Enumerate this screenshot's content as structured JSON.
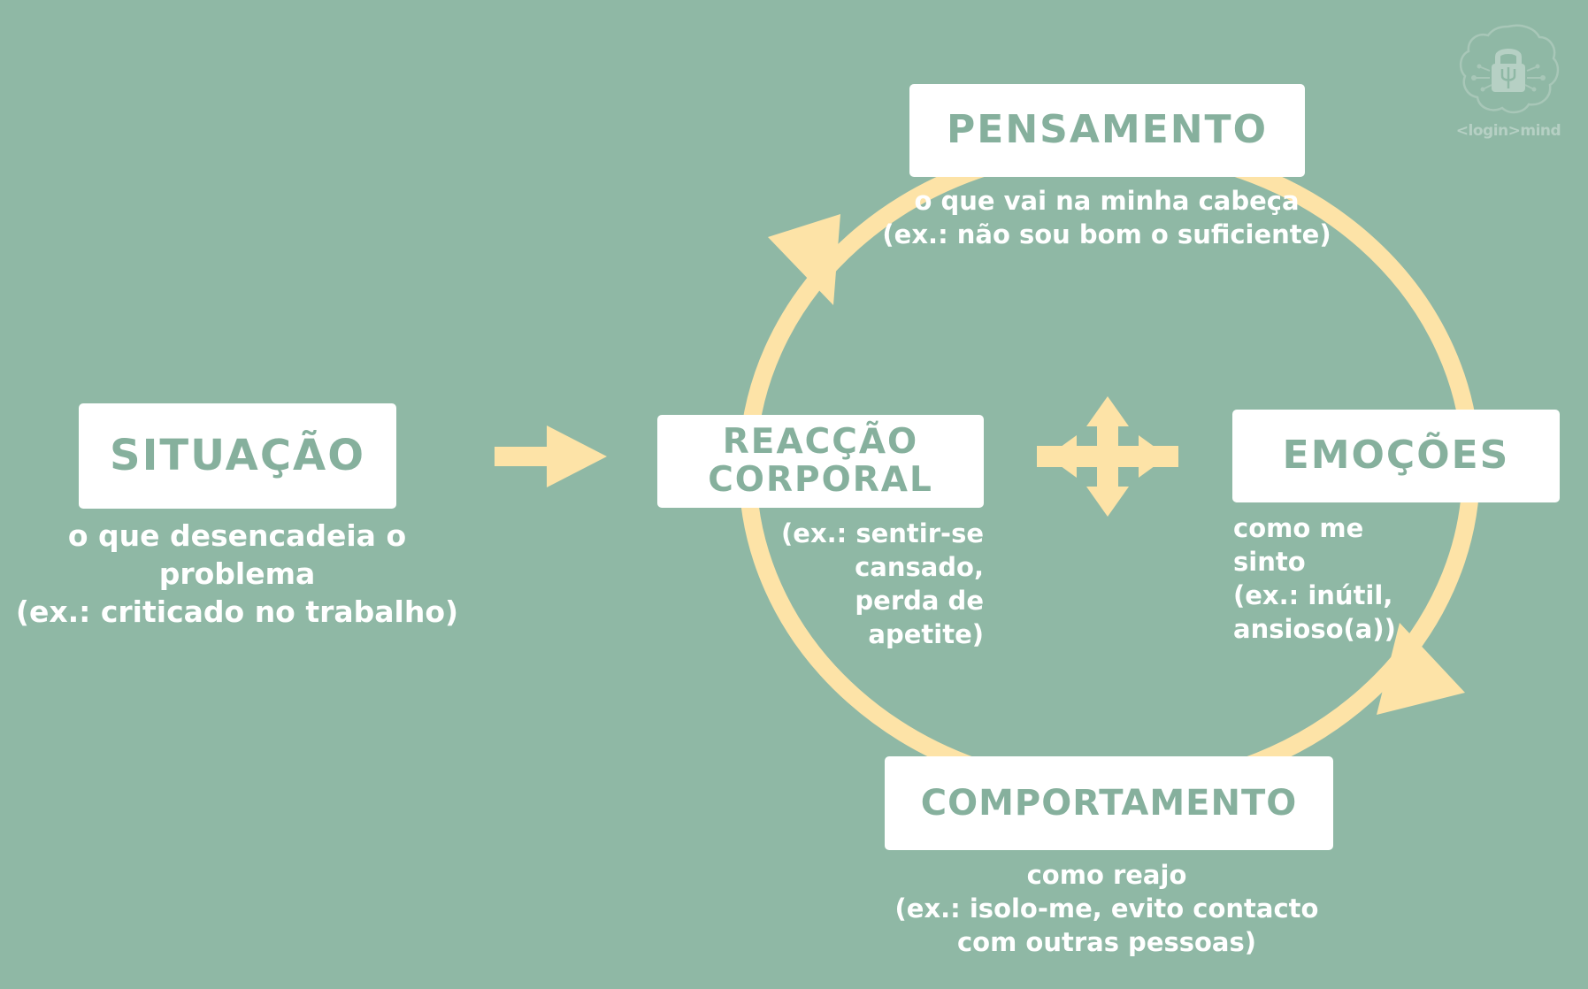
{
  "colors": {
    "background": "#8fb8a5",
    "box": "#ffffff",
    "box_text": "#86b09d",
    "arrow": "#fde3a7",
    "description_text": "#ffffff"
  },
  "situacao": {
    "title": "SITUAÇÃO",
    "description": "o que desencadeia o\nproblema\n(ex.: criticado no trabalho)"
  },
  "pensamento": {
    "title": "PENSAMENTO",
    "description": "o que vai na minha cabeça\n(ex.: não sou bom o suficiente)"
  },
  "reaccao_corporal": {
    "title": "REACÇÃO\nCORPORAL",
    "description": "(ex.: sentir-se\ncansado,\nperda de\napetite)"
  },
  "emocoes": {
    "title": "EMOÇÕES",
    "description": "como me\nsinto\n(ex.: inútil,\nansioso(a))"
  },
  "comportamento": {
    "title": "COMPORTAMENTO",
    "description": "como reajo\n(ex.: isolo-me, evito contacto\ncom outras pessoas)"
  },
  "icons": {
    "cycle": "cycle-ring-icon",
    "right_arrow": "right-arrow-icon",
    "four_way": "four-way-arrow-icon",
    "logo": "brain-lock-psi-icon"
  },
  "logo": {
    "text": "<login>mind"
  }
}
